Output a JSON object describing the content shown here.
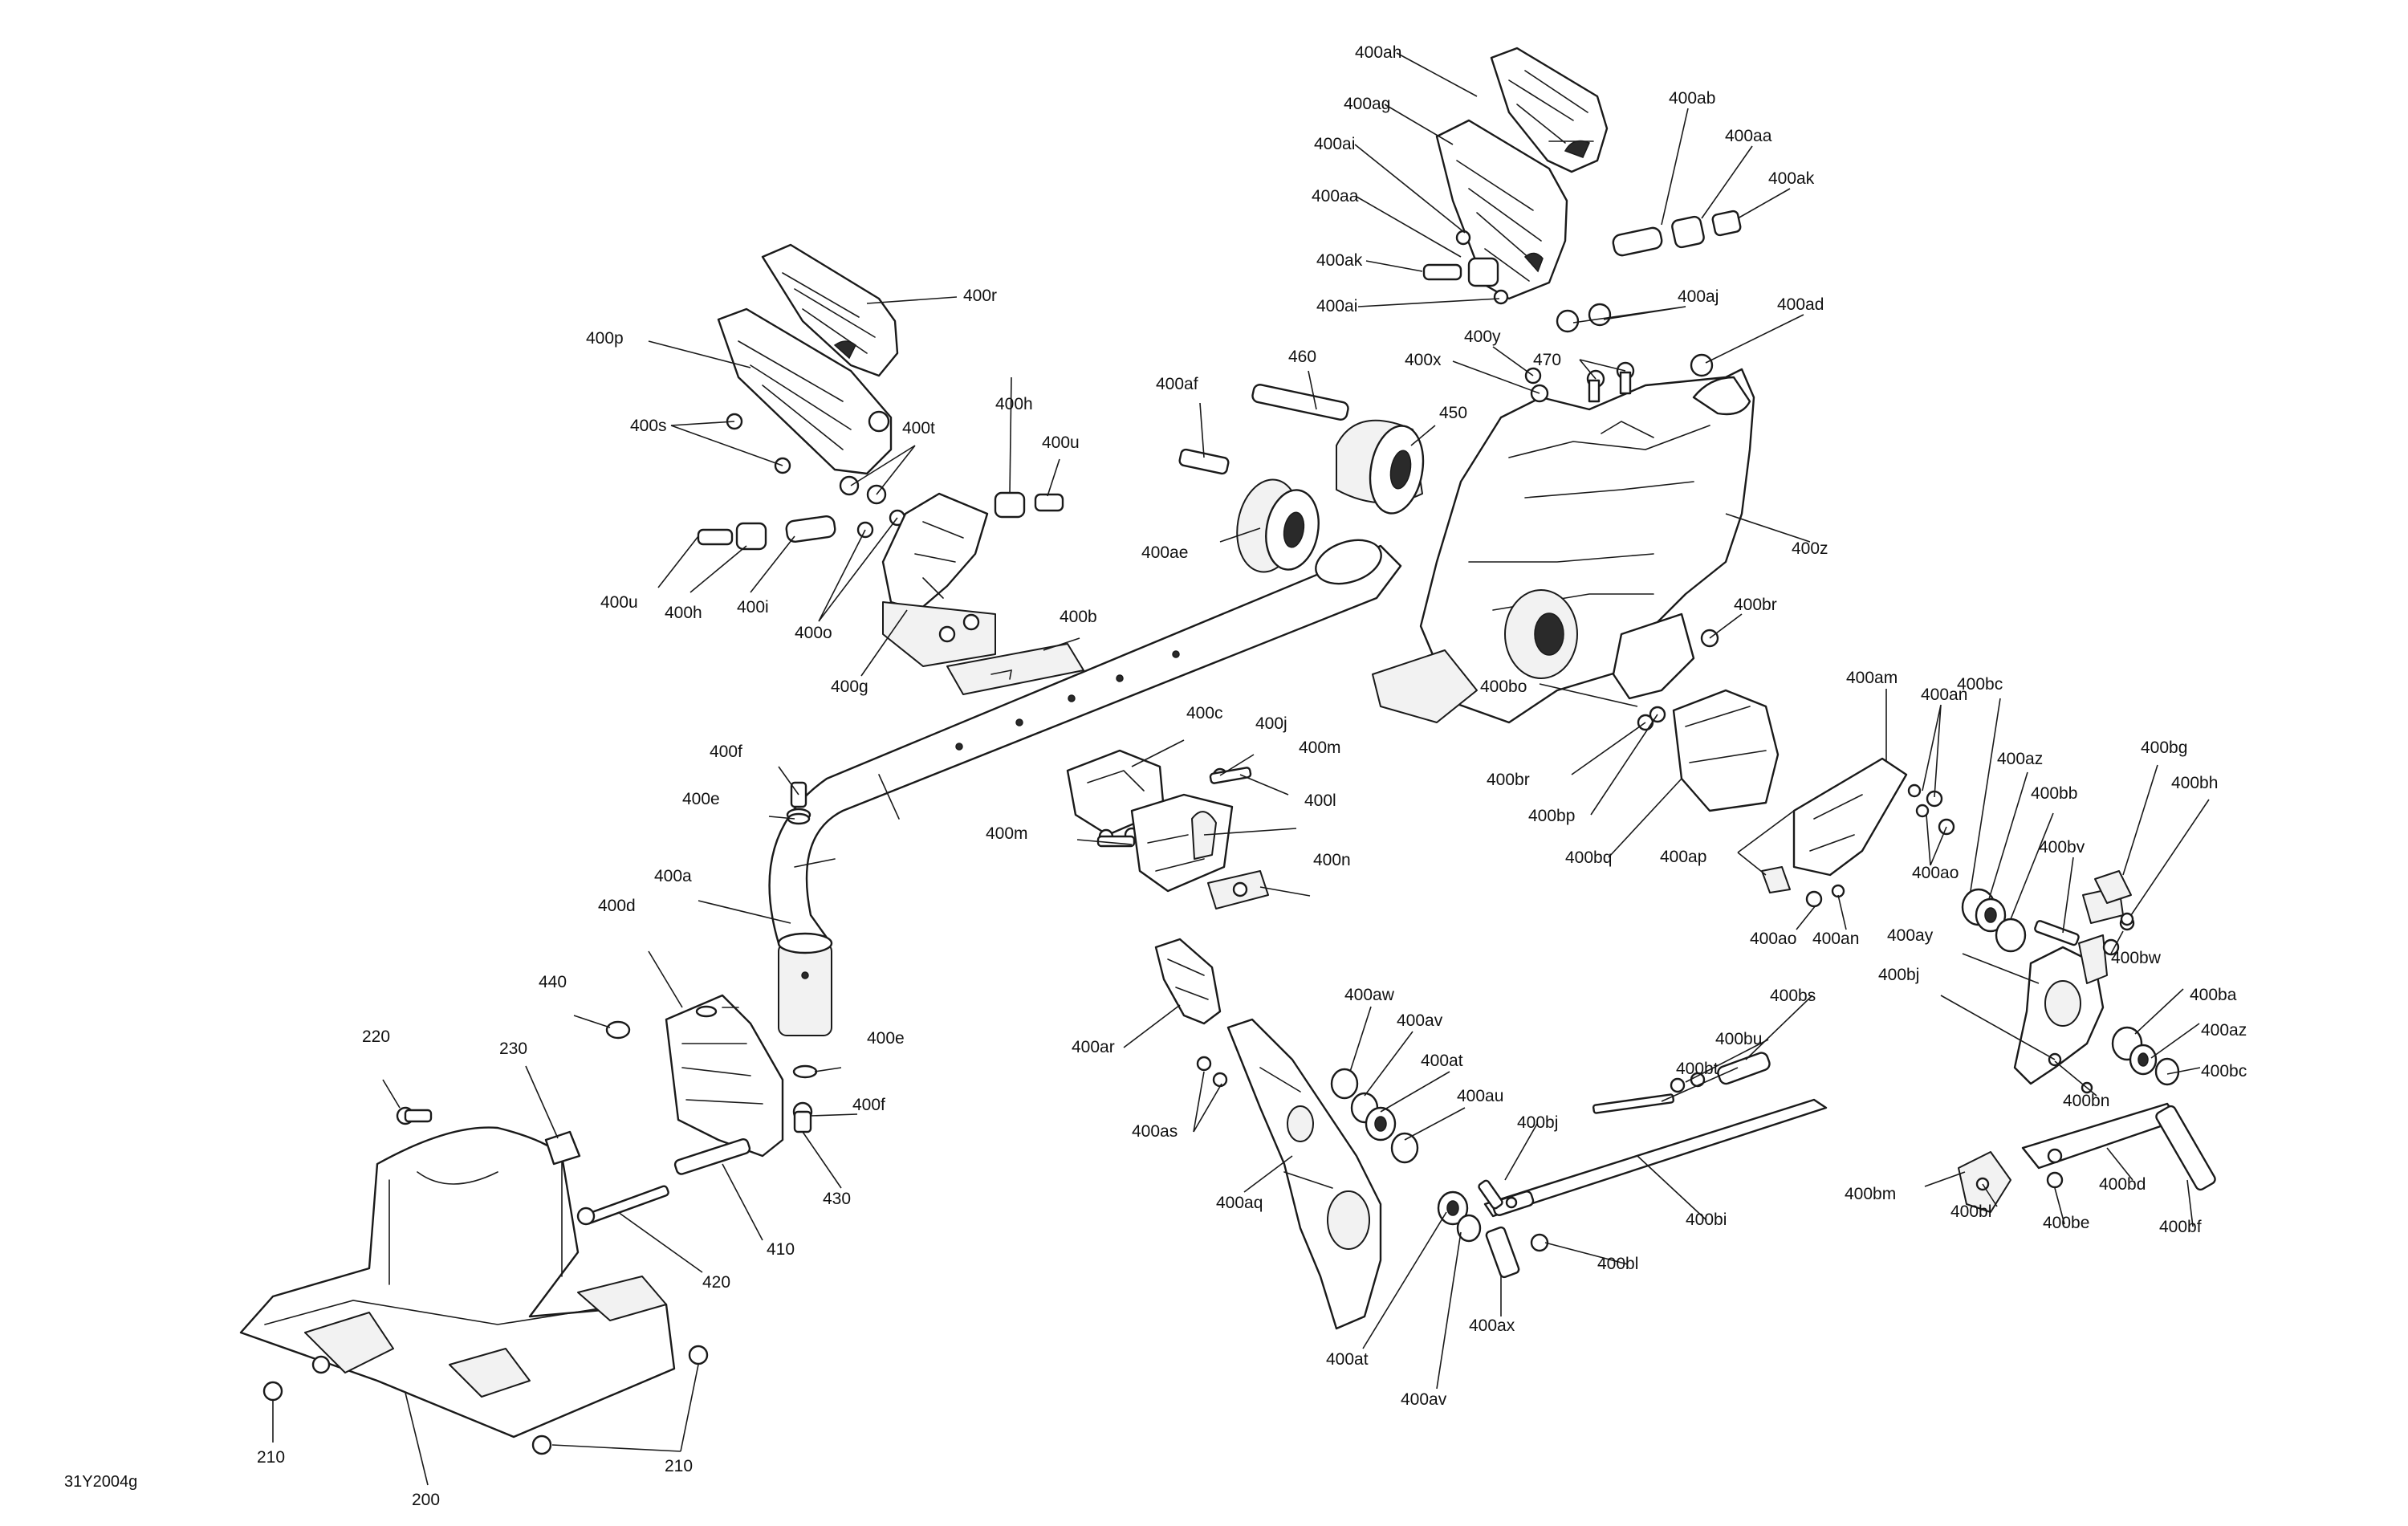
{
  "figure_id": "31Y2004g",
  "callouts": [
    {
      "id": "c1",
      "text": "400ah"
    },
    {
      "id": "c2",
      "text": "400ag"
    },
    {
      "id": "c3",
      "text": "400ai"
    },
    {
      "id": "c4",
      "text": "400aa"
    },
    {
      "id": "c5",
      "text": "400ak"
    },
    {
      "id": "c6",
      "text": "400ai"
    },
    {
      "id": "c7",
      "text": "400ab"
    },
    {
      "id": "c8",
      "text": "400aa"
    },
    {
      "id": "c9",
      "text": "400ak"
    },
    {
      "id": "c10",
      "text": "400aj"
    },
    {
      "id": "c11",
      "text": "400ad"
    },
    {
      "id": "c12",
      "text": "400y"
    },
    {
      "id": "c13",
      "text": "400x"
    },
    {
      "id": "c14",
      "text": "470"
    },
    {
      "id": "c15",
      "text": "400z"
    },
    {
      "id": "c16",
      "text": "400r"
    },
    {
      "id": "c17",
      "text": "400p"
    },
    {
      "id": "c18",
      "text": "400s"
    },
    {
      "id": "c19",
      "text": "400t"
    },
    {
      "id": "c20",
      "text": "400h"
    },
    {
      "id": "c21",
      "text": "400u"
    },
    {
      "id": "c22",
      "text": "400u"
    },
    {
      "id": "c23",
      "text": "400h"
    },
    {
      "id": "c24",
      "text": "400i"
    },
    {
      "id": "c25",
      "text": "400o"
    },
    {
      "id": "c26",
      "text": "400g"
    },
    {
      "id": "c27",
      "text": "400b"
    },
    {
      "id": "c28",
      "text": "400af"
    },
    {
      "id": "c29",
      "text": "460"
    },
    {
      "id": "c30",
      "text": "450"
    },
    {
      "id": "c31",
      "text": "400ae"
    },
    {
      "id": "c32",
      "text": "400br"
    },
    {
      "id": "c33",
      "text": "400bo"
    },
    {
      "id": "c34",
      "text": "400br"
    },
    {
      "id": "c35",
      "text": "400bp"
    },
    {
      "id": "c36",
      "text": "400bq"
    },
    {
      "id": "c37",
      "text": "400c"
    },
    {
      "id": "c38",
      "text": "400j"
    },
    {
      "id": "c39",
      "text": "400m"
    },
    {
      "id": "c40",
      "text": "400l"
    },
    {
      "id": "c41",
      "text": "400m"
    },
    {
      "id": "c42",
      "text": "400n"
    },
    {
      "id": "c43",
      "text": "400f"
    },
    {
      "id": "c44",
      "text": "400e"
    },
    {
      "id": "c45",
      "text": "400a"
    },
    {
      "id": "c46",
      "text": "400d"
    },
    {
      "id": "c47",
      "text": "440"
    },
    {
      "id": "c48",
      "text": "400e"
    },
    {
      "id": "c49",
      "text": "400f"
    },
    {
      "id": "c50",
      "text": "430"
    },
    {
      "id": "c51",
      "text": "410"
    },
    {
      "id": "c52",
      "text": "420"
    },
    {
      "id": "c53",
      "text": "220"
    },
    {
      "id": "c54",
      "text": "230"
    },
    {
      "id": "c55",
      "text": "210"
    },
    {
      "id": "c56",
      "text": "210"
    },
    {
      "id": "c57",
      "text": "200"
    },
    {
      "id": "c58",
      "text": "400am"
    },
    {
      "id": "c59",
      "text": "400an"
    },
    {
      "id": "c60",
      "text": "400ao"
    },
    {
      "id": "c61",
      "text": "400ap"
    },
    {
      "id": "c62",
      "text": "400ao"
    },
    {
      "id": "c63",
      "text": "400an"
    },
    {
      "id": "c64",
      "text": "400bc"
    },
    {
      "id": "c65",
      "text": "400az"
    },
    {
      "id": "c66",
      "text": "400bb"
    },
    {
      "id": "c67",
      "text": "400bg"
    },
    {
      "id": "c68",
      "text": "400bh"
    },
    {
      "id": "c69",
      "text": "400bv"
    },
    {
      "id": "c70",
      "text": "400bw"
    },
    {
      "id": "c71",
      "text": "400ay"
    },
    {
      "id": "c72",
      "text": "400bj"
    },
    {
      "id": "c73",
      "text": "400ba"
    },
    {
      "id": "c74",
      "text": "400az"
    },
    {
      "id": "c75",
      "text": "400bc"
    },
    {
      "id": "c76",
      "text": "400bn"
    },
    {
      "id": "c77",
      "text": "400bs"
    },
    {
      "id": "c78",
      "text": "400bu"
    },
    {
      "id": "c79",
      "text": "400bt"
    },
    {
      "id": "c80",
      "text": "400bj"
    },
    {
      "id": "c81",
      "text": "400bi"
    },
    {
      "id": "c82",
      "text": "400bl"
    },
    {
      "id": "c83",
      "text": "400bm"
    },
    {
      "id": "c84",
      "text": "400bl"
    },
    {
      "id": "c85",
      "text": "400be"
    },
    {
      "id": "c86",
      "text": "400bd"
    },
    {
      "id": "c87",
      "text": "400bf"
    },
    {
      "id": "c88",
      "text": "400ar"
    },
    {
      "id": "c89",
      "text": "400as"
    },
    {
      "id": "c90",
      "text": "400aq"
    },
    {
      "id": "c91",
      "text": "400aw"
    },
    {
      "id": "c92",
      "text": "400av"
    },
    {
      "id": "c93",
      "text": "400at"
    },
    {
      "id": "c94",
      "text": "400au"
    },
    {
      "id": "c95",
      "text": "400at"
    },
    {
      "id": "c96",
      "text": "400av"
    },
    {
      "id": "c97",
      "text": "400ax"
    }
  ]
}
